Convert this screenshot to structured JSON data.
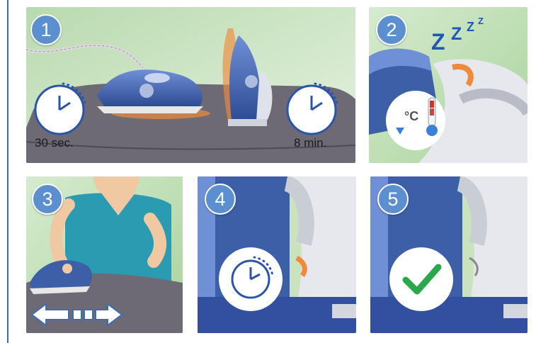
{
  "steps": [
    {
      "number": "1",
      "timer_labels": [
        "30 sec.",
        "8 min."
      ]
    },
    {
      "number": "2",
      "sleep_text": [
        "Z",
        "Z",
        "Z",
        "Z"
      ],
      "temp_unit": "°C"
    },
    {
      "number": "3"
    },
    {
      "number": "4"
    },
    {
      "number": "5"
    }
  ],
  "colors": {
    "background_green": "#cfe5c4",
    "iron_blue": "#3d5fa8",
    "badge_blue": "#5b8fd0",
    "heat_orange": "#f08a3a",
    "check_green": "#2aa84a"
  },
  "icons": [
    "clock-icon",
    "thermometer-icon",
    "sleep-zzz-icon",
    "arrows-left-right-icon",
    "checkmark-icon"
  ]
}
